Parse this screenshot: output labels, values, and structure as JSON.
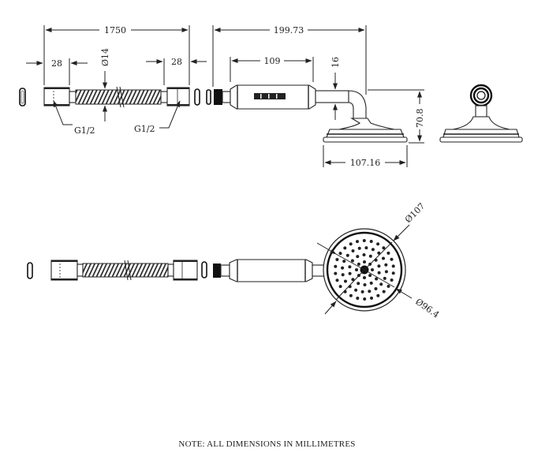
{
  "drawing": {
    "hose": {
      "overall_length": "1750",
      "end_length_left": "28",
      "end_length_right": "28",
      "diameter": "Ø14",
      "thread_left": "G1/2",
      "thread_right": "G1/2"
    },
    "handset_side": {
      "overall_length": "199.73",
      "handle_length": "109",
      "stem_diameter": "16",
      "height": "70.8",
      "head_width": "107.16",
      "handle_logo": "brand-logo"
    },
    "handset_face": {
      "outer_diameter": "Ø107",
      "face_diameter": "Ø96.4"
    },
    "note": "NOTE:   ALL DIMENSIONS IN MILLIMETRES"
  },
  "colors": {
    "line": "#222222",
    "background": "#ffffff"
  }
}
